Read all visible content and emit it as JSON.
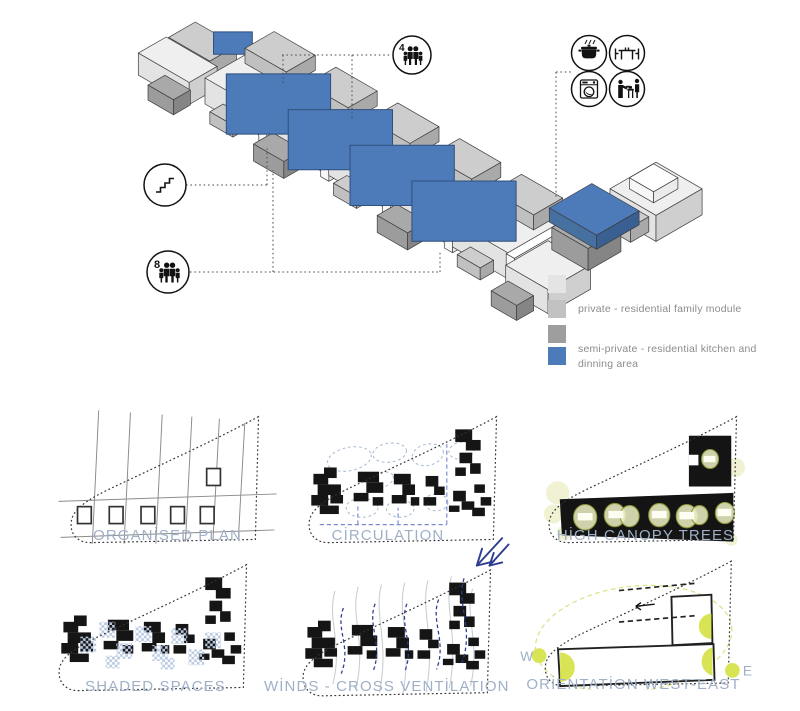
{
  "axonometric": {
    "marker_family_4": "4",
    "marker_family_8": "8"
  },
  "legend": {
    "items": [
      {
        "label": "private - residential family module",
        "swatches": [
          "#e4e4e4",
          "#c2c2c2",
          "#9e9e9e"
        ]
      },
      {
        "label": "semi-private - residential kitchen and dinning area",
        "swatch": "#4d7ab8"
      }
    ]
  },
  "diagrams": [
    {
      "caption": "ORGANİSED PLAN"
    },
    {
      "caption": "CİRCULATION"
    },
    {
      "caption": "HİGH CANOPY TREES"
    },
    {
      "caption": "SHADED SPACES"
    },
    {
      "caption": "WİNDS - CROSS VENTİLATION"
    },
    {
      "caption": "ORİENTATİON WEST-EAST"
    }
  ],
  "orientation": {
    "west": "W",
    "east": "E"
  },
  "icons": {
    "stairs-icon": "zigzag staircase",
    "family-of-four-icon": "two adults with two children",
    "family-of-eight-icon": "two adults with two children",
    "cooking-pot-icon": "steaming pot",
    "dining-table-icon": "table with chairs",
    "washing-machine-icon": "front-load washer",
    "family-cooking-icon": "two people cooking at counter",
    "wind-arrow-icon": "double arrow pointing into site",
    "west-east-arrow-icon": "left arrow"
  },
  "colors": {
    "module_blue": "#4d7ab8",
    "module_gray_light": "#e4e4e4",
    "module_gray_mid": "#c2c2c2",
    "module_gray_dark": "#9e9e9e",
    "canopy_green": "#dbe48a",
    "orientation_green": "#d9e455",
    "wind_navy": "#2e3d8f",
    "caption_text": "#9fb0c7"
  }
}
